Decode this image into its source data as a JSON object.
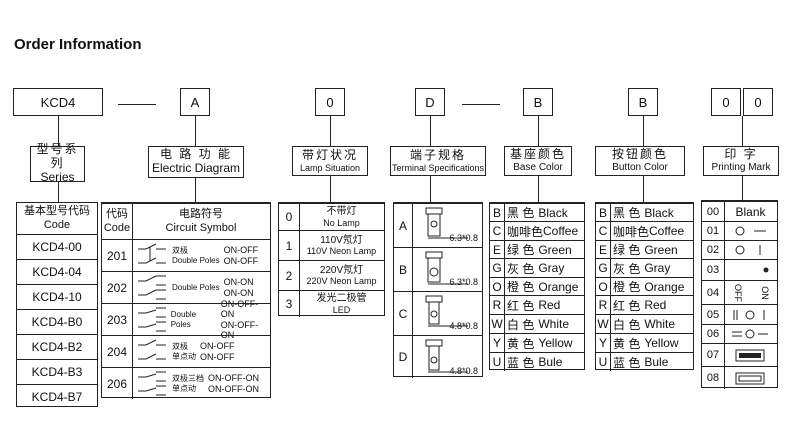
{
  "title": "Order Information",
  "codes": {
    "series": "KCD4",
    "diagram": "A",
    "lamp": "0",
    "terminal": "D",
    "base": "B",
    "button": "B",
    "print1": "0",
    "print2": "0"
  },
  "headers": {
    "series": {
      "cn": "型号系列",
      "en": "Series"
    },
    "diagram": {
      "cn": "电 路 功 能",
      "en": "Electric Diagram"
    },
    "lamp": {
      "cn": "带灯状况",
      "en": "Lamp  Situation"
    },
    "terminal": {
      "cn": "端子规格",
      "en": "Terminal Specifications"
    },
    "base": {
      "cn": "基座颜色",
      "en": "Base Color"
    },
    "button": {
      "cn": "按钮颜色",
      "en": "Button Color"
    },
    "printing": {
      "cn": "印  字",
      "en": "Printing Mark"
    }
  },
  "series_table": {
    "header_cn": "基本型号代码",
    "header_en": "Code",
    "rows": [
      "KCD4-00",
      "KCD4-04",
      "KCD4-10",
      "KCD4-B0",
      "KCD4-B2",
      "KCD4-B3",
      "KCD4-B7"
    ]
  },
  "diagram_table": {
    "col1_cn": "代码",
    "col1_en": "Code",
    "col2_cn": "电路符号",
    "col2_en": "Circuit Symbol",
    "rows": [
      {
        "code": "201",
        "cn": "双极",
        "en": "Double Poles",
        "f1": "ON-OFF",
        "f2": "ON-OFF"
      },
      {
        "code": "202",
        "cn": "",
        "en": "Double Poles",
        "f1": "ON-ON",
        "f2": "ON-ON"
      },
      {
        "code": "203",
        "cn": "",
        "en": "Double Poles",
        "f1": "ON-OFF-ON",
        "f2": "ON-OFF-ON"
      },
      {
        "code": "204",
        "cn": "双极",
        "en": "单点动",
        "f1": "ON-OFF",
        "f2": "ON-OFF"
      },
      {
        "code": "206",
        "cn": "双极三档",
        "en": "单点动",
        "f1": "ON-OFF-ON",
        "f2": "ON-OFF-ON"
      }
    ]
  },
  "lamp_table": [
    {
      "code": "0",
      "cn": "不带灯",
      "en": "No Lamp"
    },
    {
      "code": "1",
      "cn": "110V氖灯",
      "en": "110V Neon Lamp"
    },
    {
      "code": "2",
      "cn": "220V氖灯",
      "en": "220V Neon Lamp"
    },
    {
      "code": "3",
      "cn": "发光二极管",
      "en": "LED"
    }
  ],
  "terminal_table": [
    {
      "code": "A",
      "dim": "6.3*0.8"
    },
    {
      "code": "B",
      "dim": "6.3*0.8"
    },
    {
      "code": "C",
      "dim": "4.8*0.8"
    },
    {
      "code": "D",
      "dim": "4.8*0.8"
    }
  ],
  "color_table": [
    {
      "code": "B",
      "cn": "黑 色",
      "en": "Black"
    },
    {
      "code": "C",
      "cn": "咖啡色",
      "en": "Coffee"
    },
    {
      "code": "E",
      "cn": "绿 色",
      "en": "Green"
    },
    {
      "code": "G",
      "cn": "灰 色",
      "en": "Gray"
    },
    {
      "code": "O",
      "cn": "橙 色",
      "en": "Orange"
    },
    {
      "code": "R",
      "cn": "红 色",
      "en": "Red"
    },
    {
      "code": "W",
      "cn": "白 色",
      "en": "White"
    },
    {
      "code": "Y",
      "cn": "黄 色",
      "en": "Yellow"
    },
    {
      "code": "U",
      "cn": "蓝 色",
      "en": "Bule"
    }
  ],
  "printing_table": [
    {
      "code": "00",
      "mark": "Blank"
    },
    {
      "code": "01",
      "mark": ""
    },
    {
      "code": "02",
      "mark": ""
    },
    {
      "code": "03",
      "mark": ""
    },
    {
      "code": "04",
      "mark_a": "OFF",
      "mark_b": "ON"
    },
    {
      "code": "05",
      "mark": ""
    },
    {
      "code": "06",
      "mark": ""
    },
    {
      "code": "07",
      "mark": ""
    },
    {
      "code": "08",
      "mark": ""
    }
  ]
}
